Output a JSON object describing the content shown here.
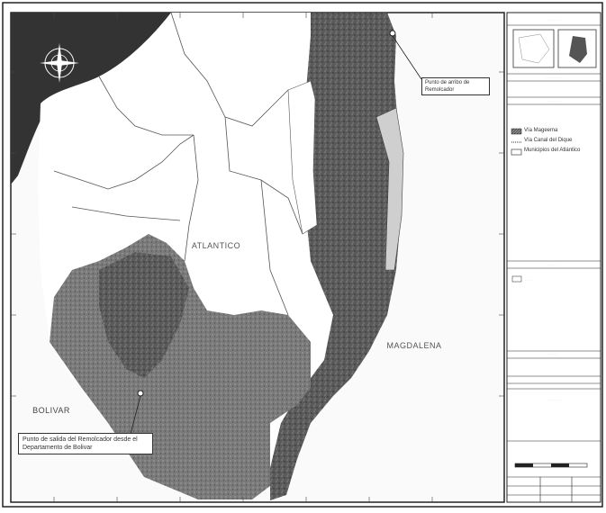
{
  "map": {
    "regions": {
      "atlantico": "ATLANTICO",
      "magdalena": "MAGDALENA",
      "bolivar": "BOLIVAR"
    },
    "callouts": {
      "arrival": "Punto de arribo de Remolcador",
      "departure": "Punto de salida del Remolcador desde el Departamento de Bolivar"
    },
    "colors": {
      "sea": "#3b3b3b",
      "wetland_dark": "#555555",
      "wetland_mid": "#6e6e6e",
      "land": "#ffffff",
      "boundary": "#555555"
    }
  },
  "sidebar": {
    "legend": {
      "items": [
        {
          "label": "Vía Mageema",
          "icon": "hatched-swatch"
        },
        {
          "label": "Vía Canal del Dique",
          "icon": "dotted-line"
        },
        {
          "label": "Municipios del Atlántico",
          "icon": "empty-swatch"
        }
      ]
    }
  }
}
